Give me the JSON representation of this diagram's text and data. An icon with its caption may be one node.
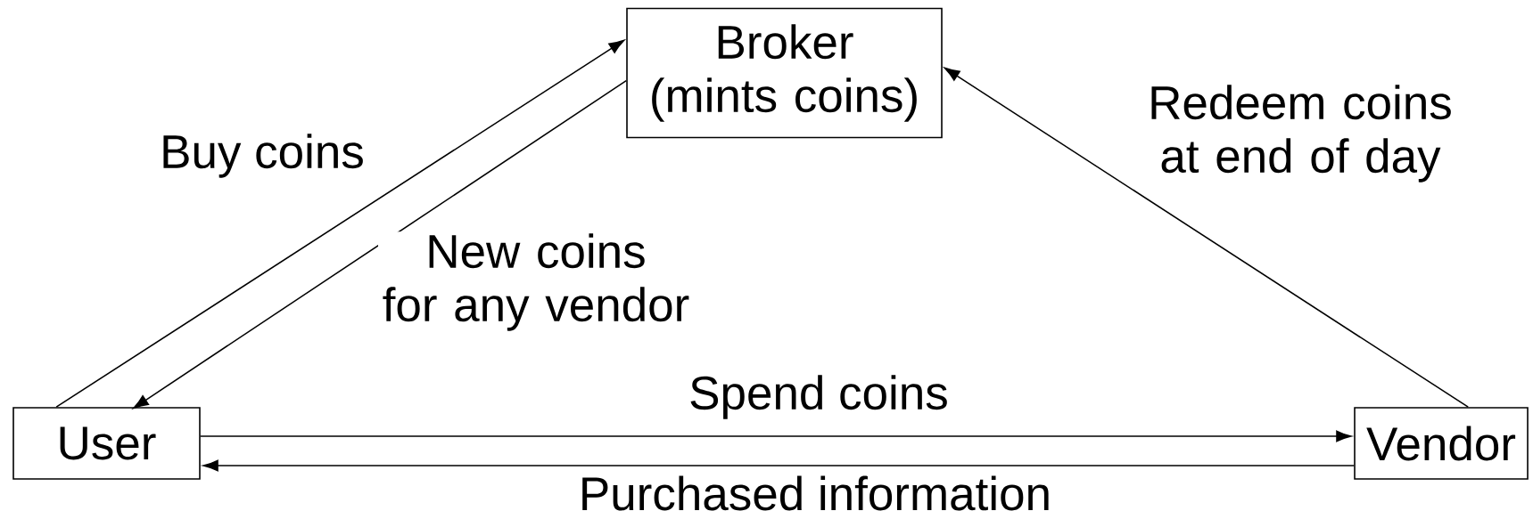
{
  "diagram": {
    "nodes": [
      {
        "text": [
          "Broker (mints coins)"
        ]
      },
      {
        "text": [
          "User"
        ]
      },
      {
        "text": [
          "Vendor"
        ]
      }
    ],
    "edges": [
      {
        "from": 1,
        "to": 0,
        "arrow": "to",
        "label": "Buy coins"
      },
      {
        "from": 0,
        "to": 1,
        "arrow": "to",
        "label": "New coins for any vendor"
      },
      {
        "from": 2,
        "to": 0,
        "arrow": "to",
        "label": "Redeem coins at end of day"
      },
      {
        "from": 1,
        "to": 2,
        "arrow": "to",
        "label": "Spend coins"
      },
      {
        "from": 2,
        "to": 1,
        "arrow": "to",
        "label": "Purchased information"
      }
    ]
  }
}
